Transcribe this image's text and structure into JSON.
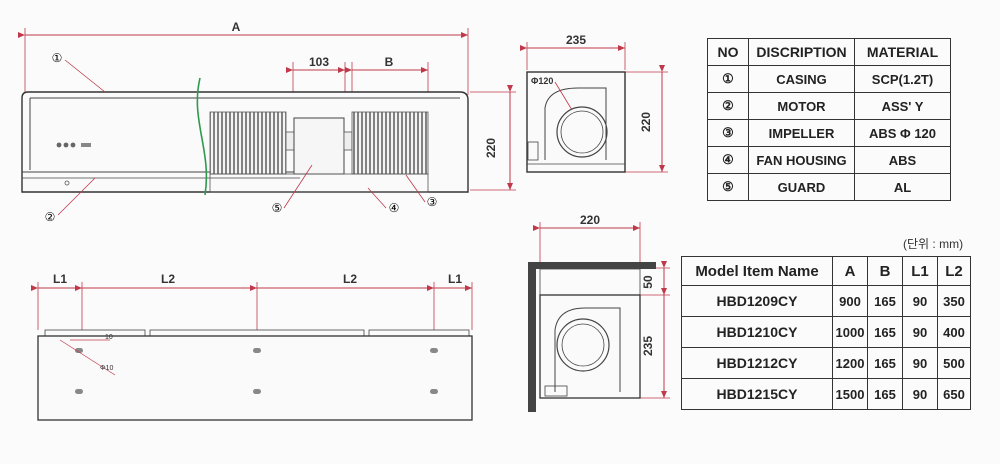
{
  "dimensions": {
    "A": "A",
    "d103": "103",
    "B": "B",
    "h220_front": "220",
    "side_width": "235",
    "side_height": "220",
    "phi120": "Φ120",
    "bottom_width": "220",
    "bottom_50": "50",
    "bottom_235": "235",
    "L1_left": "L1",
    "L2_left": "L2",
    "L2_right": "L2",
    "L1_right": "L1",
    "hole_10": "10",
    "hole_phi10": "Φ10"
  },
  "callouts": [
    "①",
    "②",
    "③",
    "④",
    "⑤"
  ],
  "material_table": {
    "headers": [
      "NO",
      "DISCRIPTION",
      "MATERIAL"
    ],
    "rows": [
      [
        "①",
        "CASING",
        "SCP(1.2T)"
      ],
      [
        "②",
        "MOTOR",
        "ASS' Y"
      ],
      [
        "③",
        "IMPELLER",
        "ABS Φ 120"
      ],
      [
        "④",
        "FAN HOUSING",
        "ABS"
      ],
      [
        "⑤",
        "GUARD",
        "AL"
      ]
    ]
  },
  "unit_note": "(단위 : mm)",
  "model_table": {
    "headers": [
      "Model Item Name",
      "A",
      "B",
      "L1",
      "L2"
    ],
    "rows": [
      [
        "HBD1209CY",
        "900",
        "165",
        "90",
        "350"
      ],
      [
        "HBD1210CY",
        "1000",
        "165",
        "90",
        "400"
      ],
      [
        "HBD1212CY",
        "1200",
        "165",
        "90",
        "500"
      ],
      [
        "HBD1215CY",
        "1500",
        "165",
        "90",
        "650"
      ]
    ]
  },
  "colors": {
    "dimension_line": "#c0394b",
    "outline": "#333333",
    "accent_green": "#2e9a4e"
  }
}
